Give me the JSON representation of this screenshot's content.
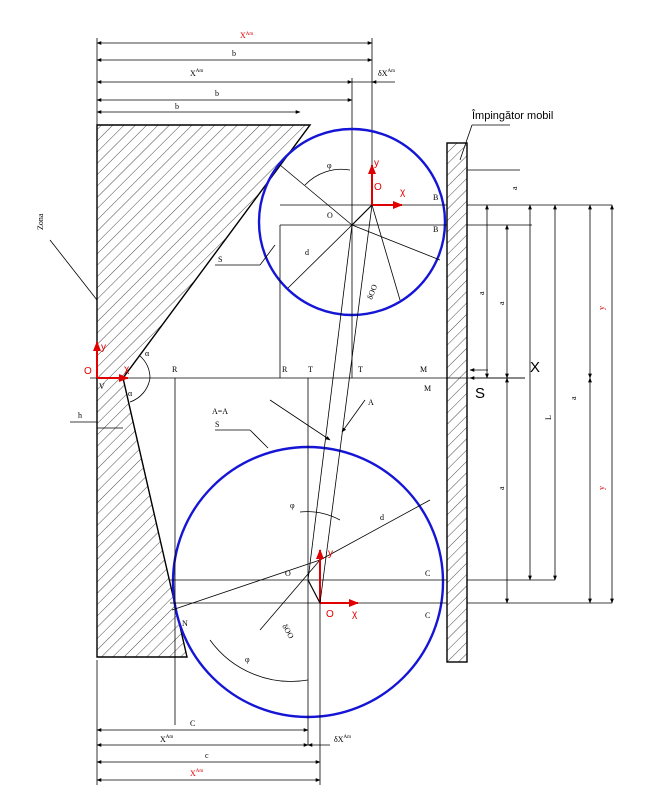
{
  "labels": {
    "top_total": "X",
    "top_total_sub": "Am",
    "dim_b": "b",
    "dim_x_ref": "X",
    "dim_x_ref_sub": "Am",
    "dim_delta_top": "δX",
    "dim_delta_top_sub": "Am",
    "dim_row4": "b",
    "dim_row5": "b",
    "pusher": "Împingător mobil",
    "origin": "O",
    "axis_y": "y",
    "axis_x": "χ",
    "axis_big_x": "X",
    "axis_big_s": "S",
    "o1": "O",
    "y1": "y",
    "x1": "χ",
    "o2": "O",
    "y2": "y",
    "x2": "χ",
    "pt_b1": "B",
    "pt_b": "B",
    "pt_c": "C",
    "pt_c1": "C",
    "pt_n": "N",
    "pt_a": "A",
    "pt_r": "R",
    "pt_r2": "R",
    "pt_t": "T",
    "pt_t2": "T",
    "pt_m": "M",
    "pt_m2": "M",
    "label_o1_center": "O",
    "label_o2_center": "O",
    "label_a_eq": "A",
    "label_s_upper": "S",
    "label_s_lower": "S",
    "label_h": "h",
    "label_alpha1": "α",
    "label_alpha2": "α",
    "label_phi1": "φ",
    "label_phi2": "φ",
    "label_d1": "d",
    "label_d2": "d",
    "label_oo1": "δOO",
    "label_oo2": "δOO",
    "label_left_note": "Zona",
    "label_right_red1": "y",
    "label_right_red2": "y",
    "bottom_dim1": "C",
    "bottom_dim2": "X",
    "bottom_dim2_sub": "Am",
    "bottom_dim_delta": "δX",
    "bottom_dim_delta_sub": "Am",
    "bottom_dim3": "c",
    "bottom_dim4": "X",
    "bottom_dim4_sub": "Am",
    "right_dim1": "a",
    "right_dim2": "a",
    "right_dim3": "L",
    "right_dim4": "a",
    "right_dim5": "a",
    "right_dim6": "a"
  },
  "colors": {
    "circle": "#1515d6",
    "axis": "#e00000",
    "ink": "#000000"
  }
}
